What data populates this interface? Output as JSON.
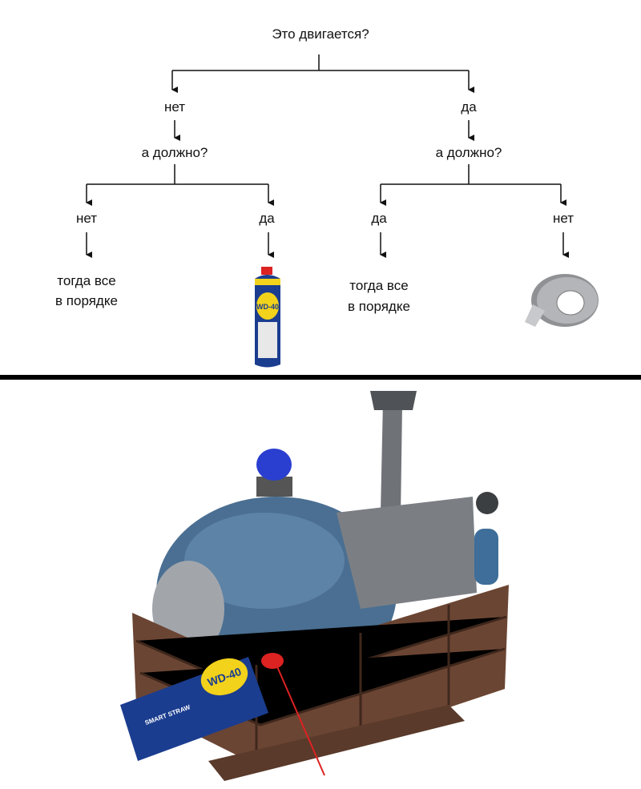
{
  "flowchart": {
    "question": "Это двигается?",
    "left_branch": {
      "answer": "нет",
      "question": "а должно?",
      "left": {
        "answer": "нет",
        "result_line1": "тогда все",
        "result_line2": "в порядке"
      },
      "right": {
        "answer": "да",
        "result": "WD-40"
      }
    },
    "right_branch": {
      "answer": "да",
      "question": "а должно?",
      "left": {
        "answer": "да",
        "result_line1": "тогда все",
        "result_line2": "в порядке"
      },
      "right": {
        "answer": "нет",
        "result": "duct-tape"
      }
    }
  },
  "illustration": {
    "spray_can_label": "WD-40",
    "spray_can_sublabel": "SMART STRAW"
  },
  "colors": {
    "divider": "#000000",
    "can_blue": "#1b3d8f",
    "can_yellow": "#f2d21b",
    "tank_blue": "#4a6f92",
    "wood": "#6b4533"
  }
}
